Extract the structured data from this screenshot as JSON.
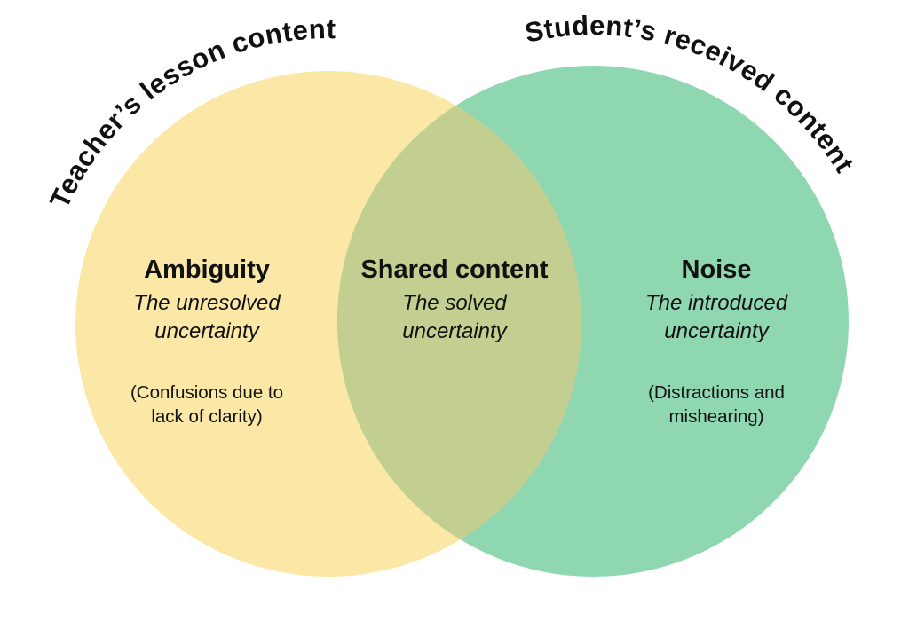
{
  "diagram": {
    "left_circle": {
      "title": "Teacher’s lesson content",
      "color": "#FBE8A6",
      "label": "Ambiguity",
      "subtitle": "The unresolved\nuncertainty",
      "note": "(Confusions due to\nlack of clarity)"
    },
    "right_circle": {
      "title": "Student’s received content",
      "color": "#8FD7B0",
      "label": "Noise",
      "subtitle": "The introduced\nuncertainty",
      "note": "(Distractions and\nmishearing)"
    },
    "overlap": {
      "color": "#C3CF90",
      "label": "Shared content",
      "subtitle": "The solved\nuncertainty"
    },
    "text_color": "#111111"
  }
}
